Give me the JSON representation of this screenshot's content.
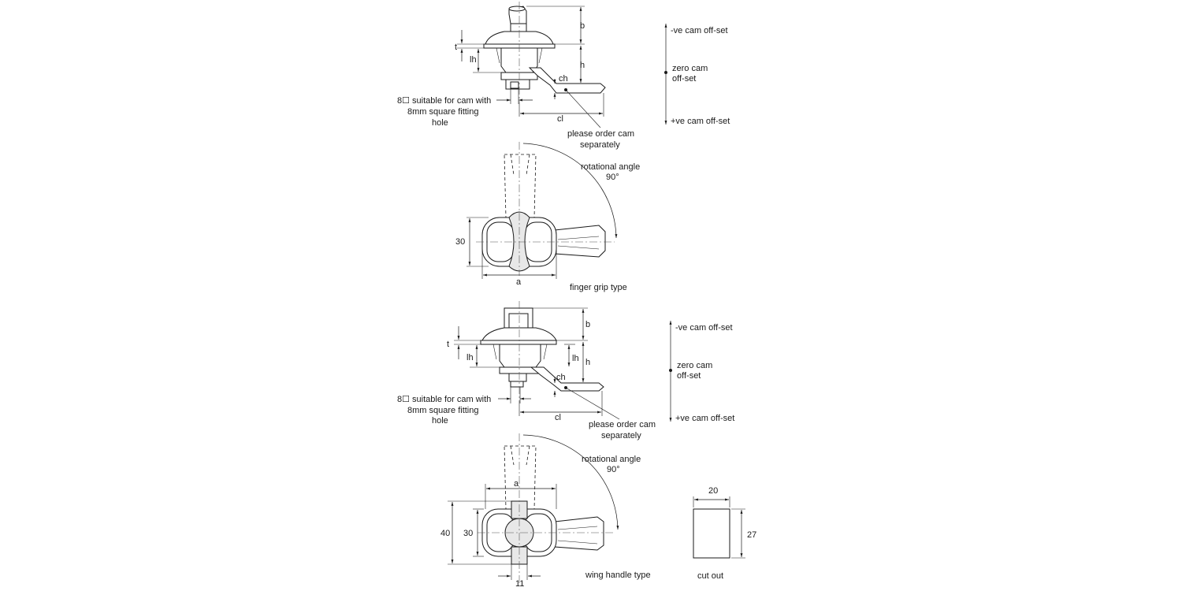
{
  "top_view": {
    "dims": {
      "b": "b",
      "t": "t",
      "lh": "lh",
      "h": "h",
      "ch": "ch",
      "cl": "cl"
    },
    "square_note": [
      "8☐ suitable for cam with",
      "8mm square fitting",
      "hole"
    ],
    "cam_note": [
      "please order cam",
      "separately"
    ],
    "offset": {
      "neg": "-ve cam off-set",
      "zero": [
        "zero cam",
        "off-set"
      ],
      "pos": "+ve cam off-set"
    }
  },
  "finger_grip": {
    "angle_note": [
      "rotational angle",
      "90°"
    ],
    "dim_height": "30",
    "dim_a": "a",
    "caption": "finger grip type"
  },
  "second_view": {
    "dims": {
      "b": "b",
      "t": "t",
      "lh_left": "lh",
      "lh_right": "lh",
      "h": "h",
      "ch": "ch",
      "cl": "cl"
    },
    "square_note": [
      "8☐ suitable for cam with",
      "8mm square fitting",
      "hole"
    ],
    "cam_note": [
      "please order cam",
      "separately"
    ],
    "offset": {
      "neg": "-ve cam off-set",
      "zero": [
        "zero cam",
        "off-set"
      ],
      "pos": "+ve cam off-set"
    }
  },
  "wing_handle": {
    "angle_note": [
      "rotational angle",
      "90°"
    ],
    "dim_a": "a",
    "dim_40": "40",
    "dim_30": "30",
    "dim_11": "11",
    "caption": "wing handle type"
  },
  "cut_out": {
    "width": "20",
    "height": "27",
    "caption": "cut out"
  }
}
